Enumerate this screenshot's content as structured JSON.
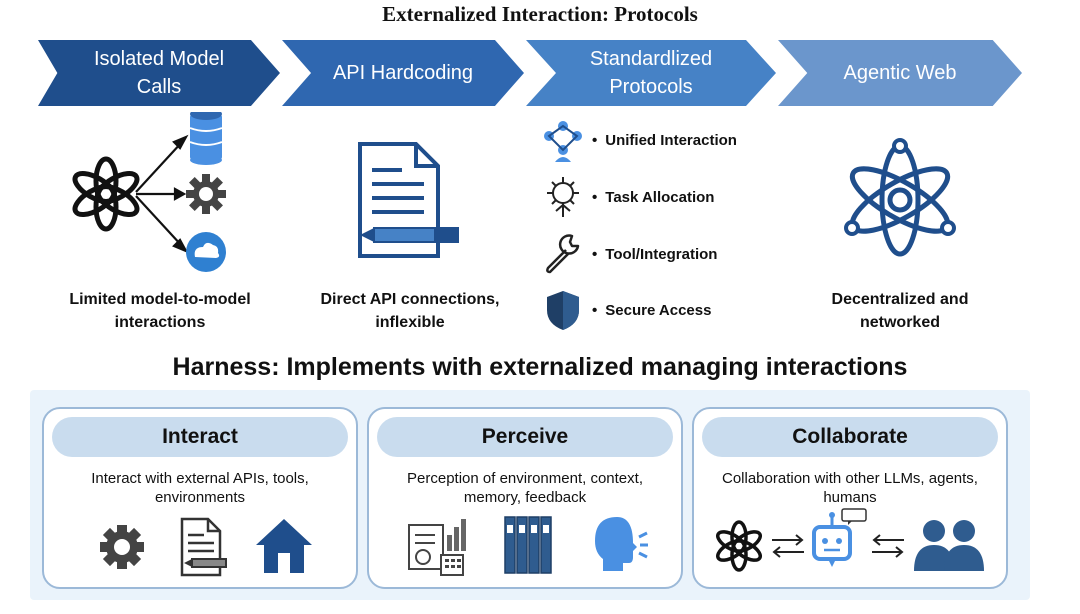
{
  "title": "Externalized Interaction: Protocols",
  "stages": [
    {
      "label": "Isolated Model Calls",
      "color": "#1f4e8c",
      "caption": "Limited model-to-model interactions"
    },
    {
      "label": "API Hardcoding",
      "color": "#2f67b0",
      "caption": "Direct API connections, inflexible"
    },
    {
      "label": "Standardlized Protocols",
      "color": "#4682c6",
      "caption": ""
    },
    {
      "label": "Agentic Web",
      "color": "#6b96cc",
      "caption": "Decentralized and networked"
    }
  ],
  "protocol_features": [
    {
      "label": "Unified Interaction",
      "icon": "people-network-icon"
    },
    {
      "label": "Task Allocation",
      "icon": "gear-handshake-icon"
    },
    {
      "label": "Tool/Integration",
      "icon": "wrench-icon"
    },
    {
      "label": "Secure Access",
      "icon": "shield-icon"
    }
  ],
  "harness": {
    "title": "Harness: Implements with externalized managing interactions",
    "cards": [
      {
        "title": "Interact",
        "desc": "Interact with external APIs, tools, environments"
      },
      {
        "title": "Perceive",
        "desc": "Perception of environment, context, memory, feedback"
      },
      {
        "title": "Collaborate",
        "desc": "Collaboration with other LLMs, agents, humans"
      }
    ]
  },
  "colors": {
    "icon_dark": "#1f4e8c",
    "icon_mid": "#2f67b0",
    "icon_light": "#4a90e2",
    "gray": "#444444",
    "card_border": "#9cb9d8",
    "card_head": "#c9dcee"
  }
}
